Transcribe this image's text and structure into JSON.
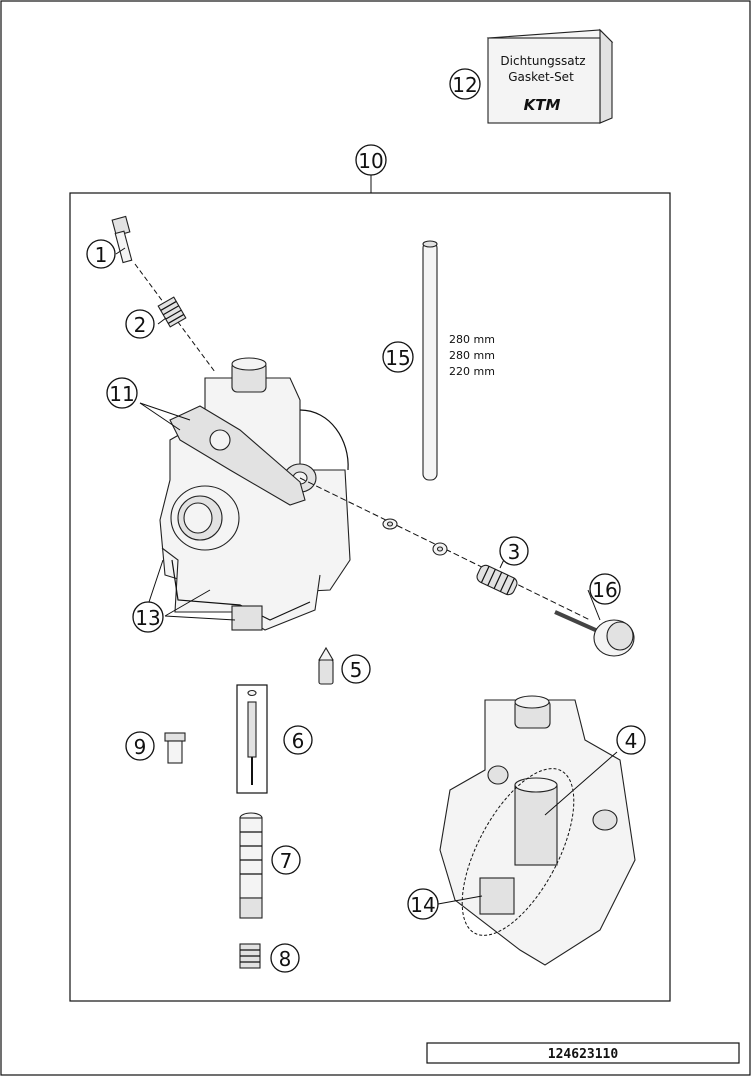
{
  "gasket_box": {
    "line1": "Dichtungssatz",
    "line2": "Gasket-Set",
    "brand": "KTM"
  },
  "callouts": [
    "1",
    "2",
    "3",
    "4",
    "5",
    "6",
    "7",
    "8",
    "9",
    "10",
    "11",
    "12",
    "13",
    "14",
    "15",
    "16"
  ],
  "hose_lengths": [
    "280 mm",
    "280 mm",
    "220 mm"
  ],
  "reference_number": "124623110"
}
